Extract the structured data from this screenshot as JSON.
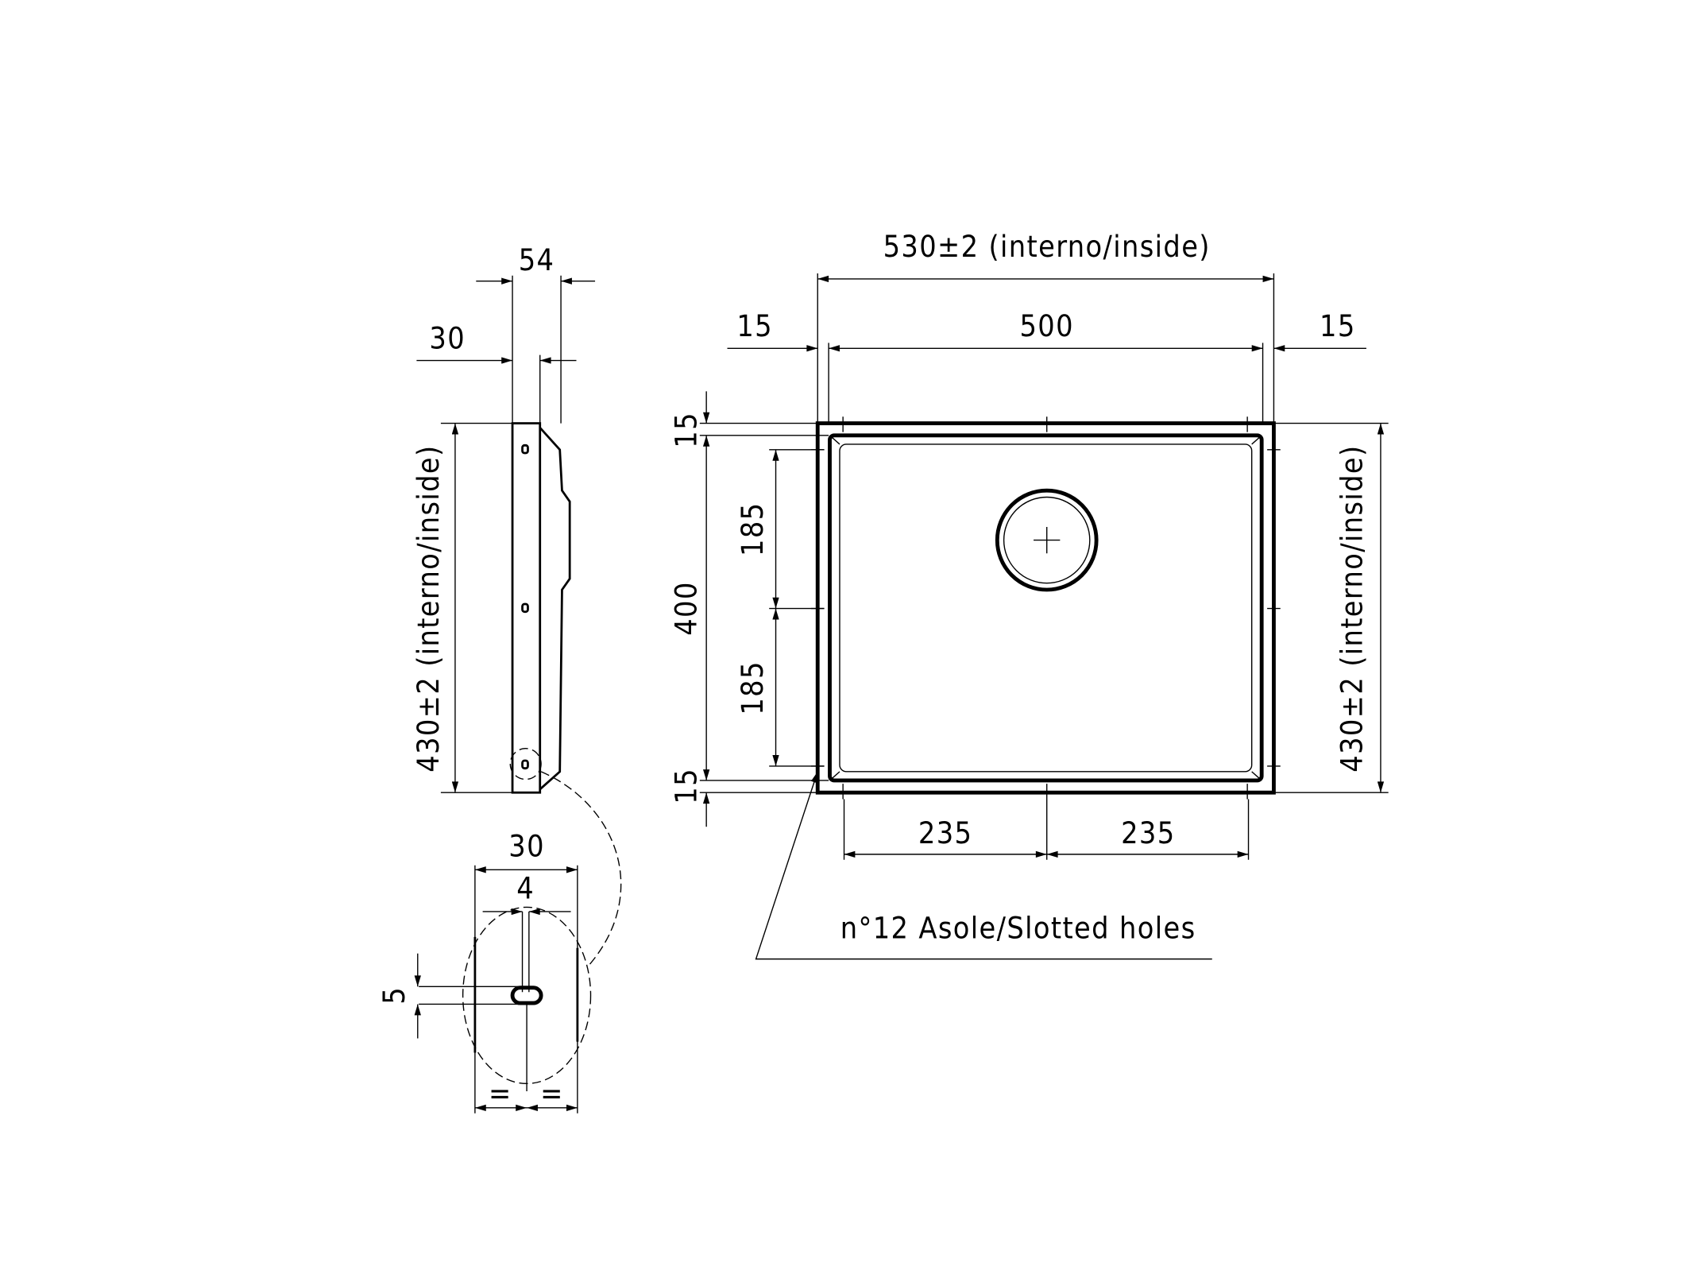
{
  "drawing": {
    "top_view": {
      "overall_width_label": "530±2 (interno/inside)",
      "left_margin_label": "15",
      "inner_width_label": "500",
      "right_margin_label": "15",
      "top_margin_label": "15",
      "inner_height_label": "400",
      "bottom_margin_label": "15",
      "upper_half_label": "185",
      "lower_half_label": "185",
      "right_height_label": "430±2 (interno/inside)",
      "bottom_left_label": "235",
      "bottom_right_label": "235",
      "slotted_holes_note": "n°12 Asole/Slotted holes"
    },
    "side_view": {
      "depth_label": "54",
      "flange_label": "30",
      "height_label": "430±2 (interno/inside)"
    },
    "detail_view": {
      "width_label": "30",
      "slot_width_label": "4",
      "slot_height_label": "5",
      "equal_left_label": "=",
      "equal_right_label": "="
    }
  }
}
